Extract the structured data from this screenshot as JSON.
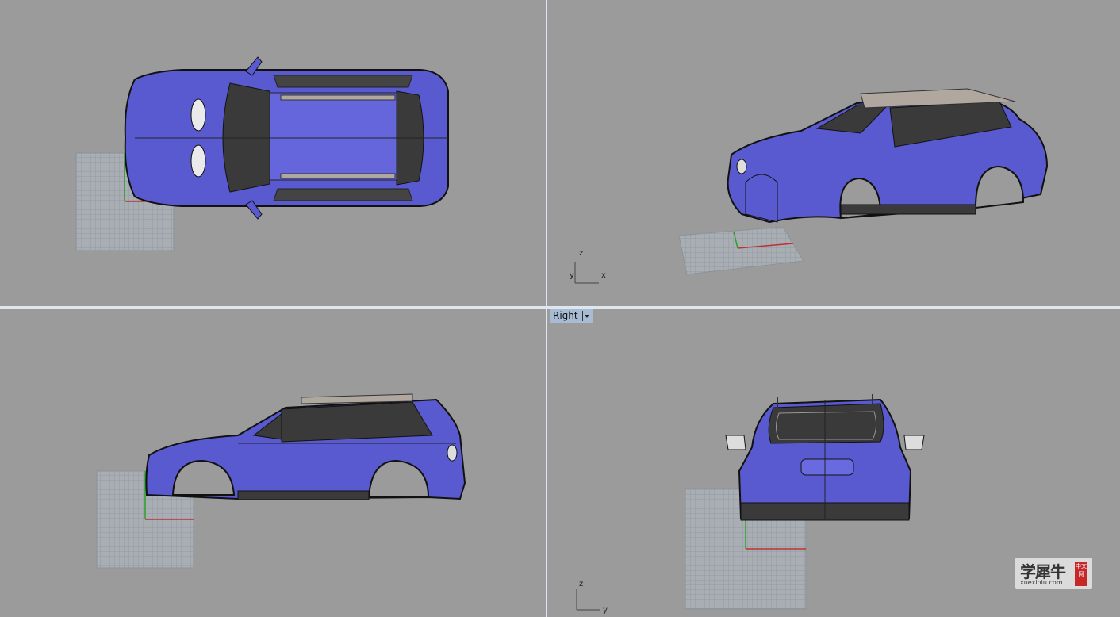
{
  "viewports": {
    "top": {
      "label": ""
    },
    "perspective": {
      "label": "",
      "axis": {
        "z": "z",
        "y": "y",
        "x": "x"
      }
    },
    "front": {
      "label": ""
    },
    "right": {
      "label": "Right",
      "axis": {
        "z": "z",
        "y": "y"
      }
    }
  },
  "model": {
    "body_color": "#5a5ad0",
    "glass_color": "#3a3a3a",
    "grid_color": "#9fa7ae"
  },
  "watermark": {
    "cn": "学犀牛",
    "en": "xuexiniu.com",
    "seal": "中文网"
  }
}
